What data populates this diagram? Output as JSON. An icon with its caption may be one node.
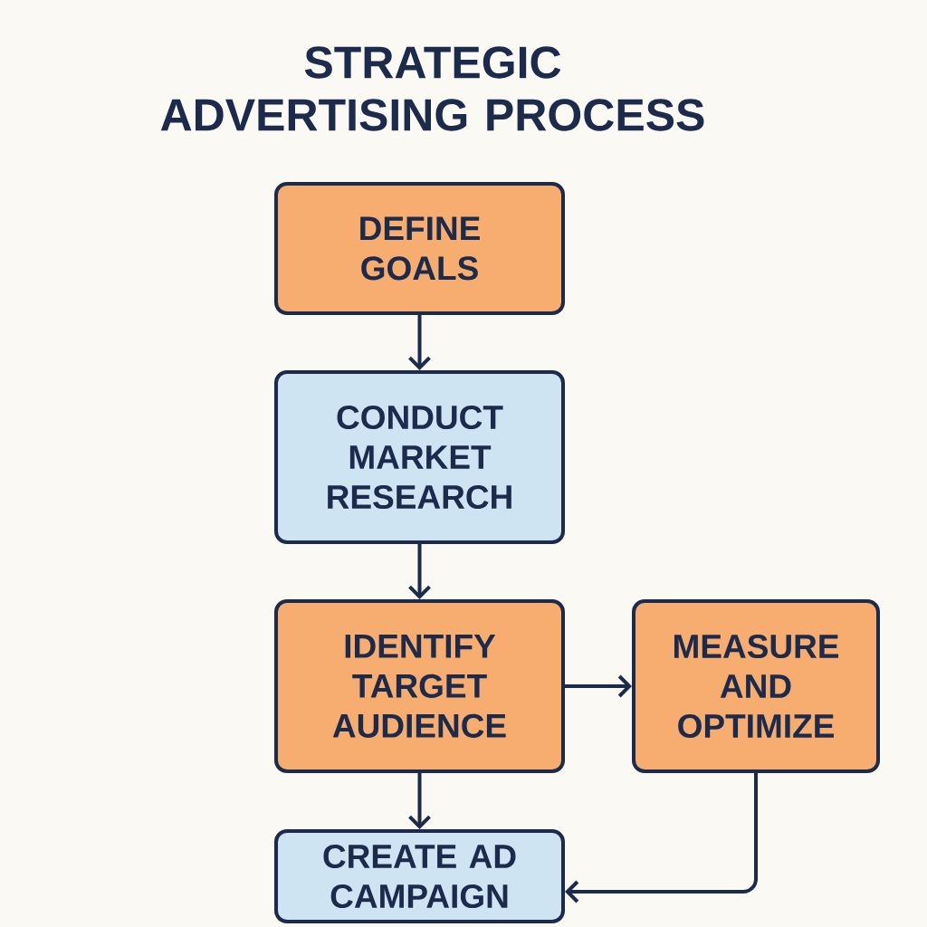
{
  "diagram": {
    "title": "STRATEGIC ADVERTISING PROCESS",
    "nodes": [
      {
        "text": [
          "DEFINE GOALS"
        ]
      },
      {
        "text": [
          "CONDUCT MARKET RESEARCH"
        ]
      },
      {
        "text": [
          "IDENTIFY TARGET AUDIENCE"
        ]
      },
      {
        "text": [
          "MEASURE AND OPTIMIZE"
        ]
      },
      {
        "text": [
          "CREATE AD CAMPAIGN"
        ]
      }
    ],
    "edges": [
      {
        "from": 0,
        "to": 1,
        "arrow": "to"
      },
      {
        "from": 1,
        "to": 2,
        "arrow": "to"
      },
      {
        "from": 2,
        "to": 3,
        "arrow": "to"
      },
      {
        "from": 2,
        "to": 4,
        "arrow": "to"
      },
      {
        "from": 3,
        "to": 4,
        "arrow": "to"
      }
    ]
  }
}
